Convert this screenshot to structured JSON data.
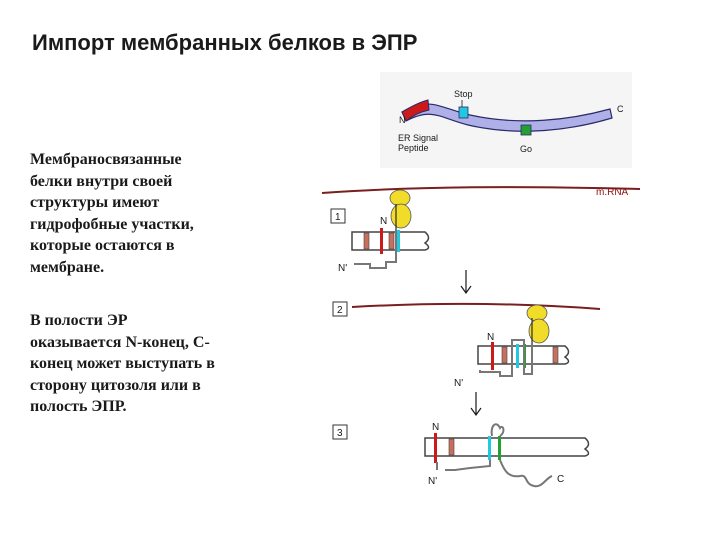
{
  "title": "Импорт мембранных белков в ЭПР",
  "paragraph1": [
    "Мембраносвязанные",
    "белки внутри своей",
    "структуры имеют",
    "гидрофобные участки,",
    "которые остаются в",
    "мембране."
  ],
  "paragraph2": [
    "В полости ЭР",
    "оказывается N-конец, С-",
    "конец может выступать в",
    "сторону цитозоля или в",
    "полость ЭПР."
  ],
  "diagram": {
    "top": {
      "stop": "Stop",
      "n": "N",
      "c": "C",
      "er_signal_1": "ER Signal",
      "er_signal_2": "Peptide",
      "go": "Go"
    },
    "mrna": "m.RNA",
    "step1": "1",
    "step2": "2",
    "step3": "3",
    "n": "N",
    "n_prime": "N'",
    "c": "C"
  },
  "colors": {
    "membrane": "#7a1f1f",
    "ribosome": "#f2dc2a",
    "protein_bar": "#b0b0e8",
    "signal_red": "#cc1a1a",
    "stop_cyan": "#22c8e0",
    "go_green": "#22a032"
  }
}
